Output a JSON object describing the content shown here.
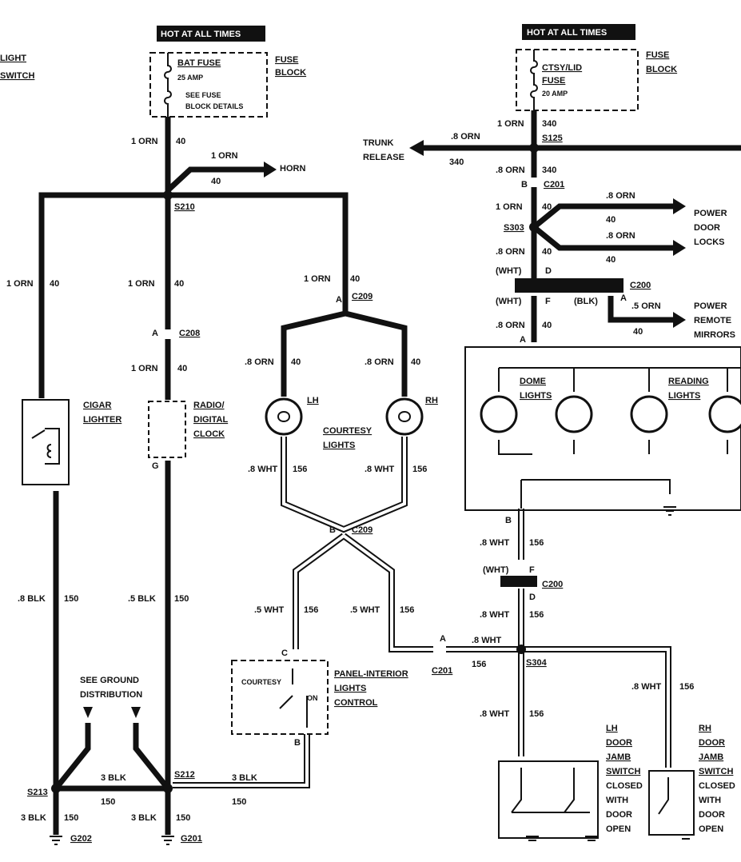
{
  "hot_labels": [
    "HOT AT ALL TIMES",
    "HOT AT ALL TIMES"
  ],
  "left_edge": {
    "light_switch": [
      "LIGHT",
      "SWITCH"
    ]
  },
  "fuse_block_1": {
    "fuse_name": "BAT FUSE",
    "fuse_rating": "25 AMP",
    "note": [
      "SEE FUSE",
      "BLOCK DETAILS"
    ],
    "block_label": [
      "FUSE",
      "BLOCK"
    ]
  },
  "fuse_block_2": {
    "fuse_name": [
      "CTSY/LID",
      "FUSE"
    ],
    "fuse_rating": "20 AMP",
    "block_label": [
      "FUSE",
      "BLOCK"
    ]
  },
  "components": {
    "horn": "HORN",
    "trunk_release": [
      "TRUNK",
      "RELEASE"
    ],
    "power_door_locks": [
      "POWER",
      "DOOR",
      "LOCKS"
    ],
    "power_remote_mirrors": [
      "POWER",
      "REMOTE",
      "MIRRORS"
    ],
    "cigar_lighter": [
      "CIGAR",
      "LIGHTER"
    ],
    "radio_clock": [
      "RADIO/",
      "DIGITAL",
      "CLOCK"
    ],
    "courtesy_lights": [
      "COURTESY",
      "LIGHTS"
    ],
    "lh": "LH",
    "rh": "RH",
    "dome_lights": [
      "DOME",
      "LIGHTS"
    ],
    "reading_lights": [
      "READING",
      "LIGHTS"
    ],
    "panel_control": [
      "PANEL-INTERIOR",
      "LIGHTS",
      "CONTROL"
    ],
    "courtesy": "COURTESY",
    "on": "ON",
    "see_ground": [
      "SEE GROUND",
      "DISTRIBUTION"
    ],
    "lh_door_switch": [
      "LH",
      "DOOR",
      "JAMB",
      "SWITCH",
      "CLOSED",
      "WITH",
      "DOOR",
      "OPEN"
    ],
    "rh_door_switch": [
      "RH",
      "DOOR",
      "JAMB",
      "SWITCH",
      "CLOSED",
      "WITH",
      "DOOR",
      "OPEN"
    ]
  },
  "splices": {
    "s210": "S210",
    "s125": "S125",
    "s303": "S303",
    "s304": "S304",
    "s212": "S212",
    "s213": "S213"
  },
  "connectors": {
    "c208": "C208",
    "c209": "C209",
    "c201": "C201",
    "c200": "C200"
  },
  "grounds": {
    "g202": "G202",
    "g201": "G201"
  },
  "wires": {
    "orn1": "1 ORN",
    "orn8": ".8 ORN",
    "orn5": ".5 ORN",
    "wht8": ".8 WHT",
    "wht5": ".5 WHT",
    "blk8": ".8 BLK",
    "blk5": ".5 BLK",
    "blk3": "3 BLK",
    "c40": "40",
    "c340": "340",
    "c156": "156",
    "c150": "150"
  },
  "pins": {
    "a": "A",
    "b": "B",
    "c": "C",
    "d": "D",
    "f": "F",
    "g": "G",
    "wht": "(WHT)",
    "blk": "(BLK)"
  }
}
